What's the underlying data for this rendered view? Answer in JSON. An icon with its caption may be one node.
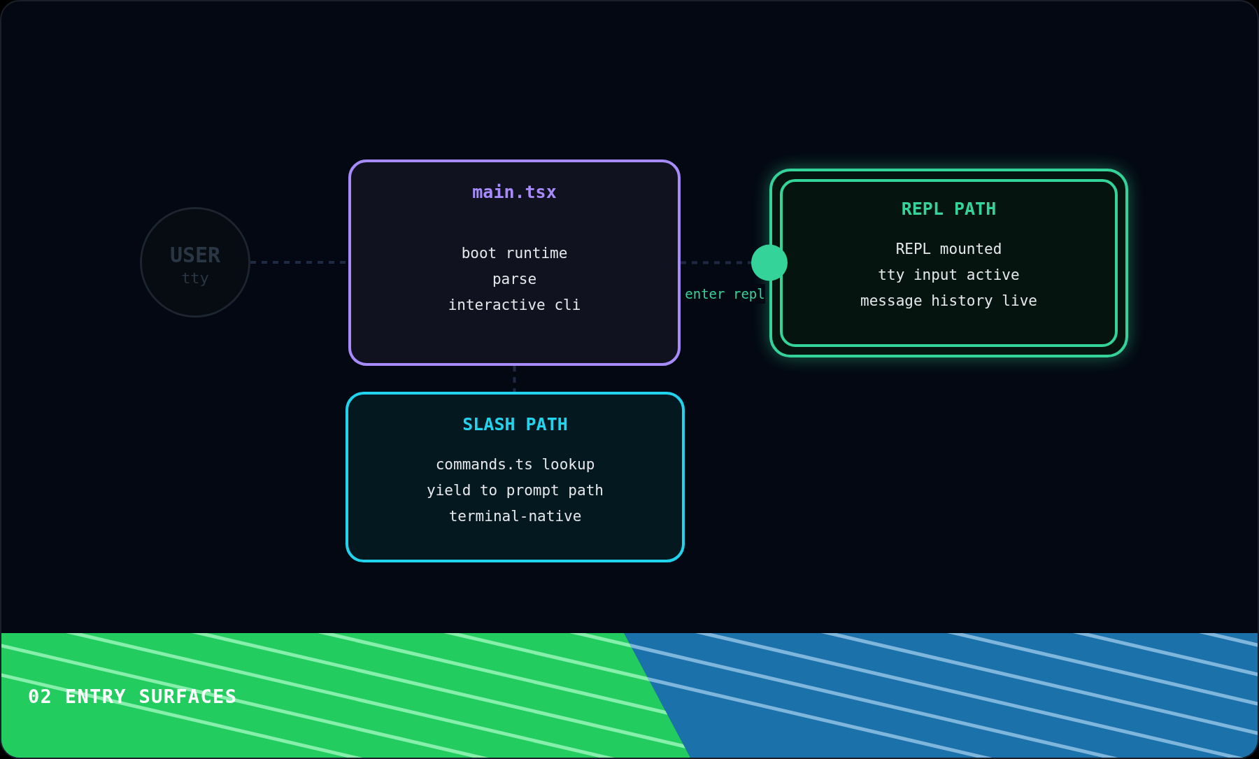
{
  "diagram": {
    "title": "02 ENTRY SURFACES",
    "nodes": [
      {
        "text": [
          "USER",
          "tty"
        ]
      },
      {
        "text": [
          "main.tsx",
          "boot runtime",
          "parse",
          "interactive cli"
        ]
      },
      {
        "text": [
          "SLASH PATH",
          "commands.ts lookup",
          "yield to prompt path",
          "terminal-native"
        ]
      },
      {
        "text": [
          "REPL PATH",
          "REPL mounted",
          "tty input active",
          "message history live"
        ]
      }
    ],
    "edges": [
      {
        "from": 0,
        "to": 1,
        "arrow": "none",
        "style": "dashed"
      },
      {
        "from": 1,
        "to": 2,
        "arrow": "none",
        "style": "dashed"
      },
      {
        "from": 1,
        "to": 3,
        "arrow": "other",
        "style": "dashed",
        "label": "enter repl"
      }
    ]
  }
}
